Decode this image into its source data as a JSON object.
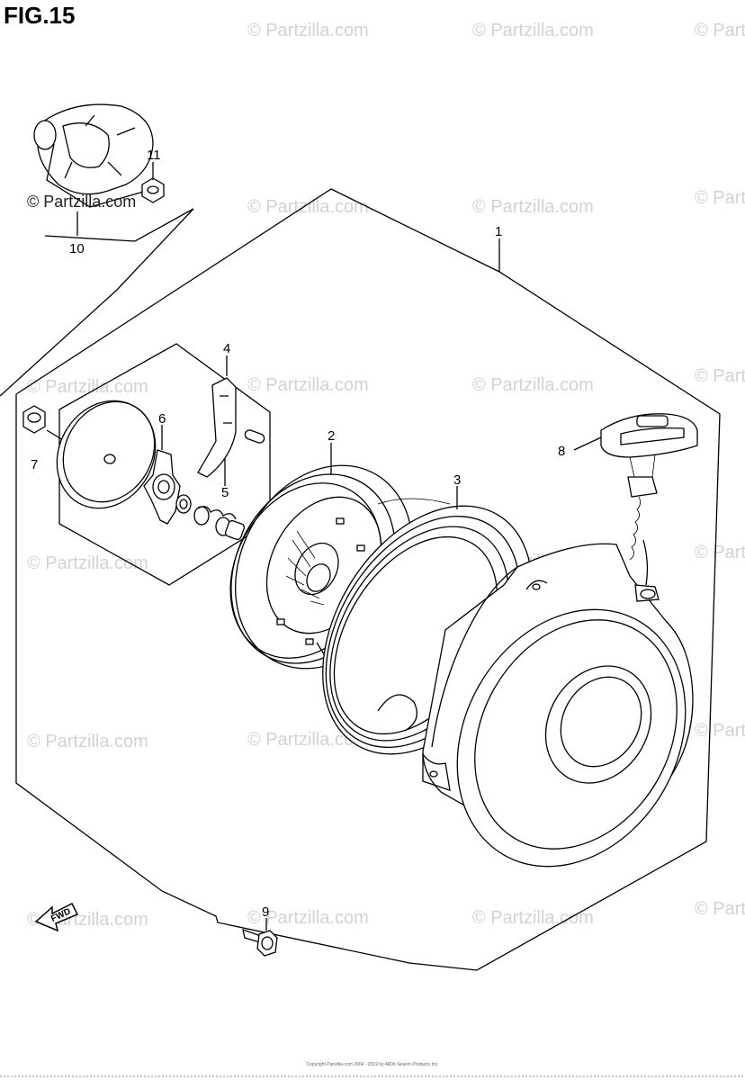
{
  "figure": {
    "title": "FIG.15"
  },
  "watermark": {
    "text": "© Partzilla.com"
  },
  "callouts": {
    "c1": "1",
    "c2": "2",
    "c3": "3",
    "c4": "4",
    "c5": "5",
    "c6": "6",
    "c7": "7",
    "c8": "8",
    "c9": "9",
    "c10": "10",
    "c11": "11"
  },
  "direction_badge": {
    "text": "FWD"
  },
  "footer": {
    "copyright": "Copyright Partzilla.com 2004 - 2019 by AllDb Search Products Inc."
  },
  "colors": {
    "line": "#000000",
    "watermark": "#d2d2d2",
    "background": "#ffffff"
  }
}
